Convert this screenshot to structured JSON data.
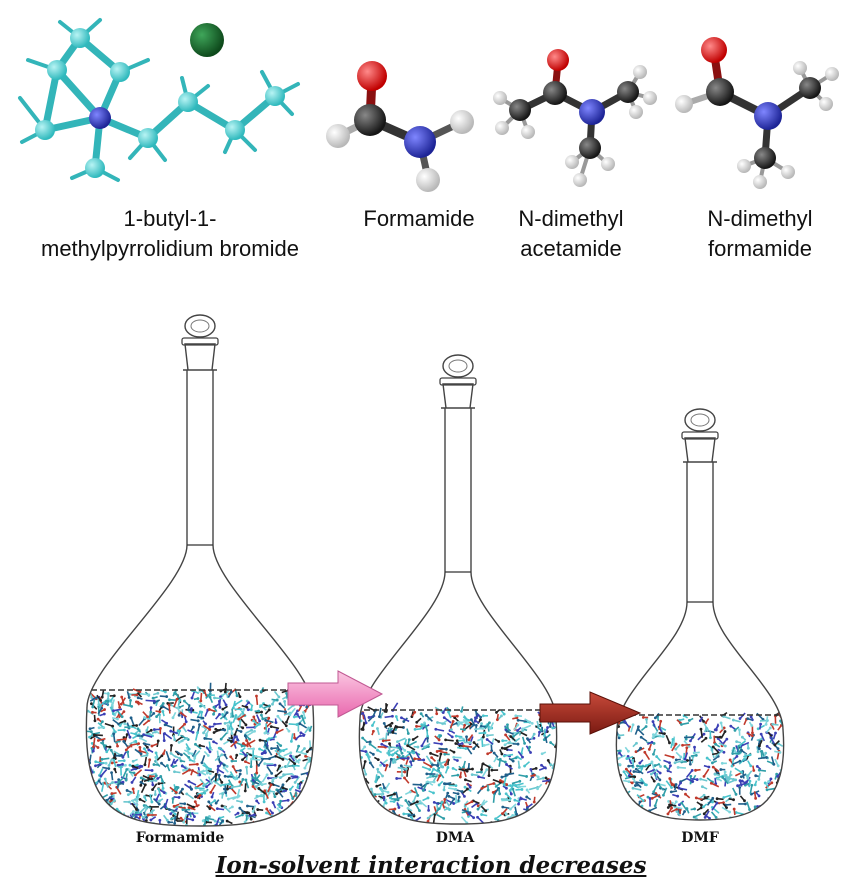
{
  "molecules": [
    {
      "name_line1": "1-butyl-1-",
      "name_line2": "methylpyrrolidium bromide"
    },
    {
      "name_line1": "Formamide",
      "name_line2": ""
    },
    {
      "name_line1": "N-dimethyl",
      "name_line2": "acetamide"
    },
    {
      "name_line1": "N-dimethyl",
      "name_line2": "formamide"
    }
  ],
  "flasks": [
    {
      "label": "Formamide"
    },
    {
      "label": "DMA"
    },
    {
      "label": "DMF"
    }
  ],
  "caption": "Ion-solvent interaction decreases",
  "colors": {
    "ionic_liquid": "#3cc6c8",
    "nitrogen": "#2b2fa8",
    "oxygen": "#d41212",
    "carbon": "#2a2a2a",
    "hydrogen": "#e6e6e6",
    "bromide": "#1c6b2a",
    "arrow1": "#f08cc0",
    "arrow2": "#a52a20"
  }
}
